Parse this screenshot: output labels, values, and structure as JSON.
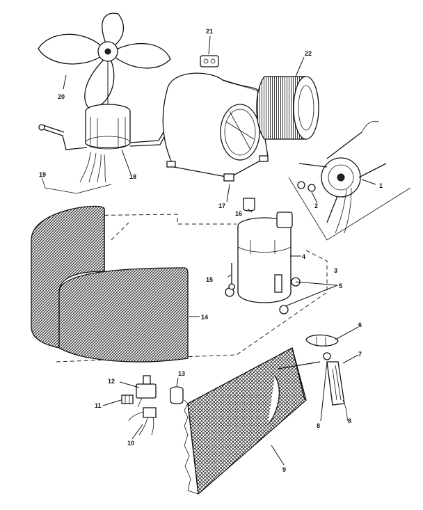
{
  "callouts": {
    "c1": "1",
    "c2": "2",
    "c3": "3",
    "c4": "4",
    "c5": "5",
    "c6": "6",
    "c7": "7",
    "c8": "8",
    "c8b": "8",
    "c9": "9",
    "c10": "10",
    "c11": "11",
    "c12": "12",
    "c13": "13",
    "c14": "14",
    "c15": "15",
    "c16": "16",
    "c17": "17",
    "c18": "18",
    "c19": "19",
    "c20": "20",
    "c21": "21",
    "c22": "22"
  }
}
